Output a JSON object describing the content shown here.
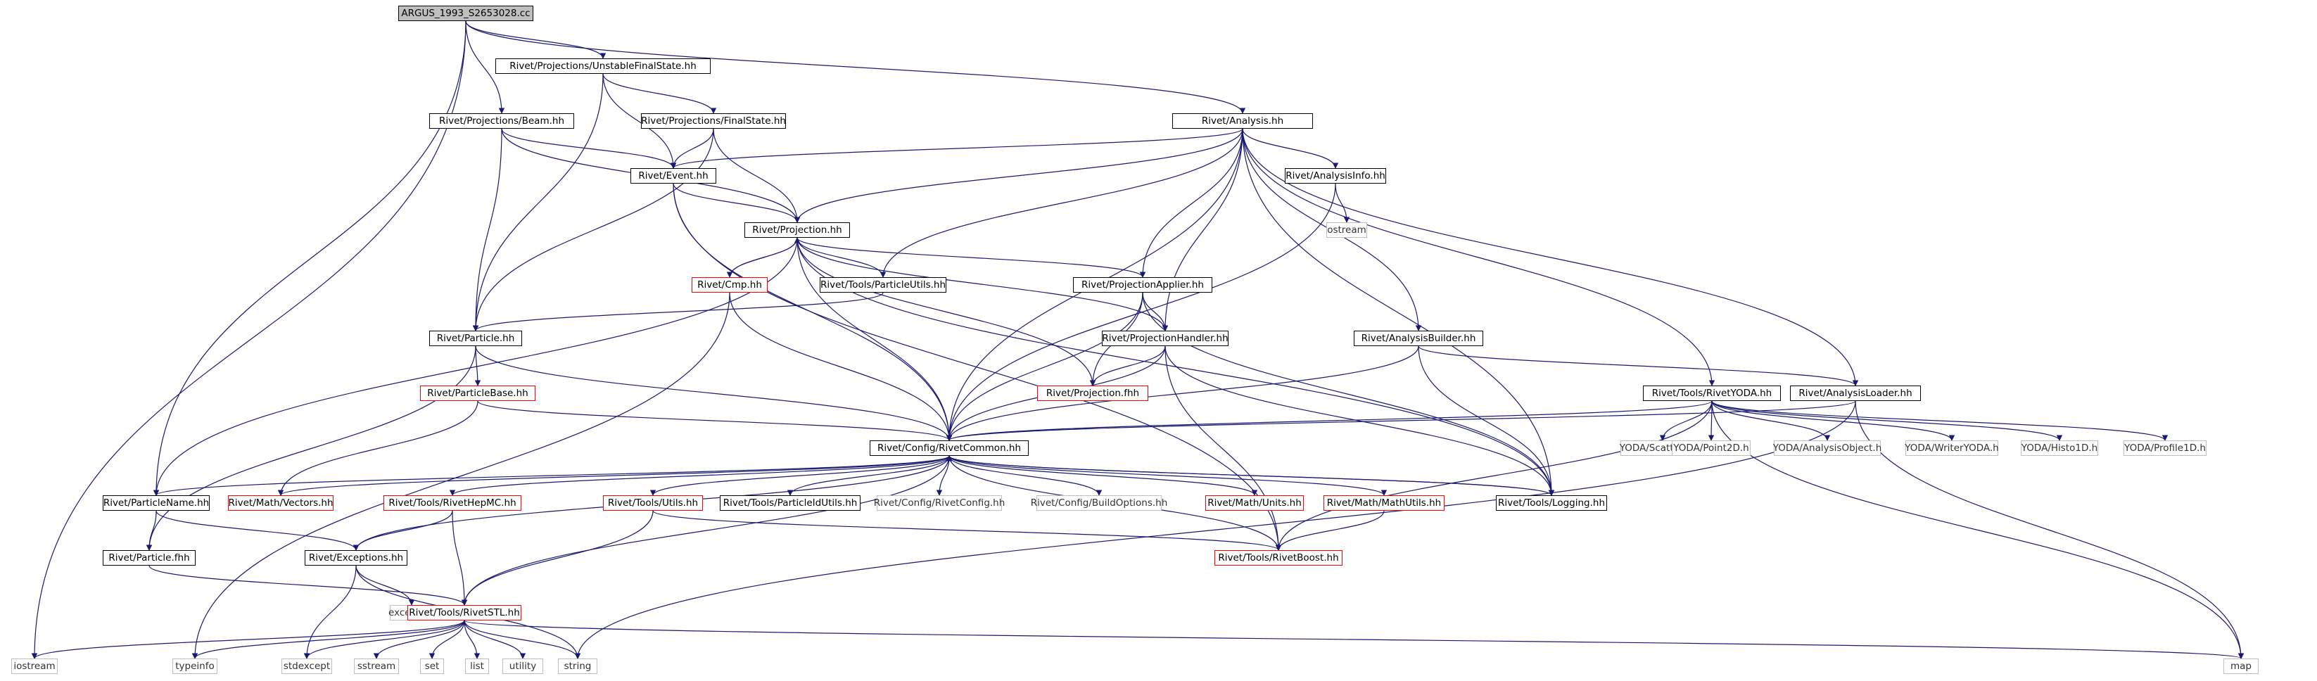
{
  "diagram": {
    "colors": {
      "edge": "#191970",
      "border": "#000000",
      "error_border": "#ff0000",
      "external_border": "#bfbfbf",
      "root_fill": "#bfbfbf"
    },
    "nodes": [
      {
        "id": "root",
        "label": "ARGUS_1993_S2653028.cc",
        "kind": "root"
      },
      {
        "id": "unstable",
        "label": "Rivet/Projections/UnstableFinalState.hh",
        "kind": "normal"
      },
      {
        "id": "beam",
        "label": "Rivet/Projections/Beam.hh",
        "kind": "normal"
      },
      {
        "id": "finalstate",
        "label": "Rivet/Projections/FinalState.hh",
        "kind": "normal"
      },
      {
        "id": "analysis",
        "label": "Rivet/Analysis.hh",
        "kind": "normal"
      },
      {
        "id": "event",
        "label": "Rivet/Event.hh",
        "kind": "normal"
      },
      {
        "id": "analysisinfo",
        "label": "Rivet/AnalysisInfo.hh",
        "kind": "normal"
      },
      {
        "id": "ostream",
        "label": "ostream",
        "kind": "external"
      },
      {
        "id": "projection",
        "label": "Rivet/Projection.hh",
        "kind": "normal"
      },
      {
        "id": "cmp",
        "label": "Rivet/Cmp.hh",
        "kind": "incomplete"
      },
      {
        "id": "particleutils",
        "label": "Rivet/Tools/ParticleUtils.hh",
        "kind": "normal"
      },
      {
        "id": "projapplier",
        "label": "Rivet/ProjectionApplier.hh",
        "kind": "normal"
      },
      {
        "id": "particle",
        "label": "Rivet/Particle.hh",
        "kind": "normal"
      },
      {
        "id": "projhandler",
        "label": "Rivet/ProjectionHandler.hh",
        "kind": "normal"
      },
      {
        "id": "analysisbuilder",
        "label": "Rivet/AnalysisBuilder.hh",
        "kind": "normal"
      },
      {
        "id": "projfhh",
        "label": "Rivet/Projection.fhh",
        "kind": "incomplete"
      },
      {
        "id": "particlebase",
        "label": "Rivet/ParticleBase.hh",
        "kind": "incomplete"
      },
      {
        "id": "rivetyoda",
        "label": "Rivet/Tools/RivetYODA.hh",
        "kind": "normal"
      },
      {
        "id": "analysisloader",
        "label": "Rivet/AnalysisLoader.hh",
        "kind": "normal"
      },
      {
        "id": "rivetcommon",
        "label": "Rivet/Config/RivetCommon.hh",
        "kind": "normal"
      },
      {
        "id": "scatter2d",
        "label": "YODA/Scatter2D.h",
        "kind": "external"
      },
      {
        "id": "point2d",
        "label": "YODA/Point2D.h",
        "kind": "external"
      },
      {
        "id": "analysisobject",
        "label": "YODA/AnalysisObject.h",
        "kind": "external"
      },
      {
        "id": "writeryoda",
        "label": "YODA/WriterYODA.h",
        "kind": "external"
      },
      {
        "id": "histo1d",
        "label": "YODA/Histo1D.h",
        "kind": "external"
      },
      {
        "id": "profile1d",
        "label": "YODA/Profile1D.h",
        "kind": "external"
      },
      {
        "id": "particlename",
        "label": "Rivet/ParticleName.hh",
        "kind": "normal"
      },
      {
        "id": "vectors",
        "label": "Rivet/Math/Vectors.hh",
        "kind": "incomplete"
      },
      {
        "id": "rivethepmc",
        "label": "Rivet/Tools/RivetHepMC.hh",
        "kind": "incomplete"
      },
      {
        "id": "utils",
        "label": "Rivet/Tools/Utils.hh",
        "kind": "incomplete"
      },
      {
        "id": "particleidutils",
        "label": "Rivet/Tools/ParticleIdUtils.hh",
        "kind": "normal"
      },
      {
        "id": "rivetconfig",
        "label": "Rivet/Config/RivetConfig.hh",
        "kind": "external"
      },
      {
        "id": "buildoptions",
        "label": "Rivet/Config/BuildOptions.hh",
        "kind": "external"
      },
      {
        "id": "units",
        "label": "Rivet/Math/Units.hh",
        "kind": "incomplete"
      },
      {
        "id": "mathutils",
        "label": "Rivet/Math/MathUtils.hh",
        "kind": "incomplete"
      },
      {
        "id": "logging",
        "label": "Rivet/Tools/Logging.hh",
        "kind": "normal"
      },
      {
        "id": "exceptions",
        "label": "Rivet/Exceptions.hh",
        "kind": "normal"
      },
      {
        "id": "rivetboost",
        "label": "Rivet/Tools/RivetBoost.hh",
        "kind": "incomplete"
      },
      {
        "id": "particlefhh",
        "label": "Rivet/Particle.fhh",
        "kind": "normal"
      },
      {
        "id": "exception",
        "label": "exception",
        "kind": "external"
      },
      {
        "id": "rivetstl",
        "label": "Rivet/Tools/RivetSTL.hh",
        "kind": "incomplete"
      },
      {
        "id": "iostream",
        "label": "iostream",
        "kind": "external"
      },
      {
        "id": "typeinfo",
        "label": "typeinfo",
        "kind": "external"
      },
      {
        "id": "stdexcept",
        "label": "stdexcept",
        "kind": "external"
      },
      {
        "id": "sstream",
        "label": "sstream",
        "kind": "external"
      },
      {
        "id": "set",
        "label": "set",
        "kind": "external"
      },
      {
        "id": "list",
        "label": "list",
        "kind": "external"
      },
      {
        "id": "utility",
        "label": "utility",
        "kind": "external"
      },
      {
        "id": "string",
        "label": "string",
        "kind": "external"
      },
      {
        "id": "map",
        "label": "map",
        "kind": "external"
      }
    ],
    "edges": [
      [
        "root",
        "unstable"
      ],
      [
        "root",
        "beam"
      ],
      [
        "root",
        "analysis"
      ],
      [
        "root",
        "particlename"
      ],
      [
        "root",
        "iostream"
      ],
      [
        "unstable",
        "finalstate"
      ],
      [
        "unstable",
        "event"
      ],
      [
        "unstable",
        "particle"
      ],
      [
        "beam",
        "event"
      ],
      [
        "beam",
        "projection"
      ],
      [
        "beam",
        "particle"
      ],
      [
        "finalstate",
        "event"
      ],
      [
        "finalstate",
        "projection"
      ],
      [
        "finalstate",
        "particle"
      ],
      [
        "analysis",
        "event"
      ],
      [
        "analysis",
        "projection"
      ],
      [
        "analysis",
        "analysisinfo"
      ],
      [
        "analysis",
        "particleutils"
      ],
      [
        "analysis",
        "projapplier"
      ],
      [
        "analysis",
        "projhandler"
      ],
      [
        "analysis",
        "analysisbuilder"
      ],
      [
        "analysis",
        "rivetyoda"
      ],
      [
        "analysis",
        "analysisloader"
      ],
      [
        "analysis",
        "rivetcommon"
      ],
      [
        "analysis",
        "logging"
      ],
      [
        "event",
        "projection"
      ],
      [
        "event",
        "rivetcommon"
      ],
      [
        "event",
        "rivetboost"
      ],
      [
        "analysisinfo",
        "ostream"
      ],
      [
        "analysisinfo",
        "rivetcommon"
      ],
      [
        "projection",
        "cmp"
      ],
      [
        "projection",
        "particleutils"
      ],
      [
        "projection",
        "projapplier"
      ],
      [
        "projection",
        "projhandler"
      ],
      [
        "projection",
        "projfhh"
      ],
      [
        "projection",
        "rivetcommon"
      ],
      [
        "projection",
        "particlename"
      ],
      [
        "projection",
        "logging"
      ],
      [
        "cmp",
        "projection"
      ],
      [
        "cmp",
        "rivetcommon"
      ],
      [
        "cmp",
        "typeinfo"
      ],
      [
        "particleutils",
        "particle"
      ],
      [
        "projapplier",
        "projfhh"
      ],
      [
        "projapplier",
        "projhandler"
      ],
      [
        "projapplier",
        "rivetcommon"
      ],
      [
        "projapplier",
        "logging"
      ],
      [
        "particle",
        "particlebase"
      ],
      [
        "particle",
        "rivetcommon"
      ],
      [
        "particle",
        "particlefhh"
      ],
      [
        "projhandler",
        "projfhh"
      ],
      [
        "projhandler",
        "rivetcommon"
      ],
      [
        "projhandler",
        "logging"
      ],
      [
        "projhandler",
        "rivetboost"
      ],
      [
        "analysisbuilder",
        "analysisloader"
      ],
      [
        "analysisbuilder",
        "rivetcommon"
      ],
      [
        "analysisbuilder",
        "logging"
      ],
      [
        "particlebase",
        "rivetcommon"
      ],
      [
        "particlebase",
        "vectors"
      ],
      [
        "rivetyoda",
        "rivetcommon"
      ],
      [
        "rivetyoda",
        "scatter2d"
      ],
      [
        "rivetyoda",
        "point2d"
      ],
      [
        "rivetyoda",
        "analysisobject"
      ],
      [
        "rivetyoda",
        "writeryoda"
      ],
      [
        "rivetyoda",
        "histo1d"
      ],
      [
        "rivetyoda",
        "profile1d"
      ],
      [
        "rivetyoda",
        "rivetboost"
      ],
      [
        "rivetyoda",
        "map"
      ],
      [
        "analysisloader",
        "rivetcommon"
      ],
      [
        "analysisloader",
        "string"
      ],
      [
        "analysisloader",
        "map"
      ],
      [
        "rivetcommon",
        "particlename"
      ],
      [
        "rivetcommon",
        "vectors"
      ],
      [
        "rivetcommon",
        "rivethepmc"
      ],
      [
        "rivetcommon",
        "utils"
      ],
      [
        "rivetcommon",
        "particleidutils"
      ],
      [
        "rivetcommon",
        "rivetconfig"
      ],
      [
        "rivetcommon",
        "buildoptions"
      ],
      [
        "rivetcommon",
        "units"
      ],
      [
        "rivetcommon",
        "mathutils"
      ],
      [
        "rivetcommon",
        "logging"
      ],
      [
        "rivetcommon",
        "exceptions"
      ],
      [
        "rivetcommon",
        "rivetboost"
      ],
      [
        "rivetcommon",
        "rivetstl"
      ],
      [
        "logging",
        "rivetcommon"
      ],
      [
        "particlename",
        "particlefhh"
      ],
      [
        "particlename",
        "exceptions"
      ],
      [
        "rivethepmc",
        "exceptions"
      ],
      [
        "rivethepmc",
        "rivetstl"
      ],
      [
        "utils",
        "rivetstl"
      ],
      [
        "utils",
        "rivetboost"
      ],
      [
        "mathutils",
        "rivetboost"
      ],
      [
        "exceptions",
        "exception"
      ],
      [
        "exceptions",
        "stdexcept"
      ],
      [
        "exceptions",
        "string"
      ],
      [
        "particlefhh",
        "rivetstl"
      ],
      [
        "rivetstl",
        "iostream"
      ],
      [
        "rivetstl",
        "typeinfo"
      ],
      [
        "rivetstl",
        "stdexcept"
      ],
      [
        "rivetstl",
        "sstream"
      ],
      [
        "rivetstl",
        "set"
      ],
      [
        "rivetstl",
        "list"
      ],
      [
        "rivetstl",
        "utility"
      ],
      [
        "rivetstl",
        "string"
      ],
      [
        "rivetstl",
        "map"
      ]
    ]
  }
}
